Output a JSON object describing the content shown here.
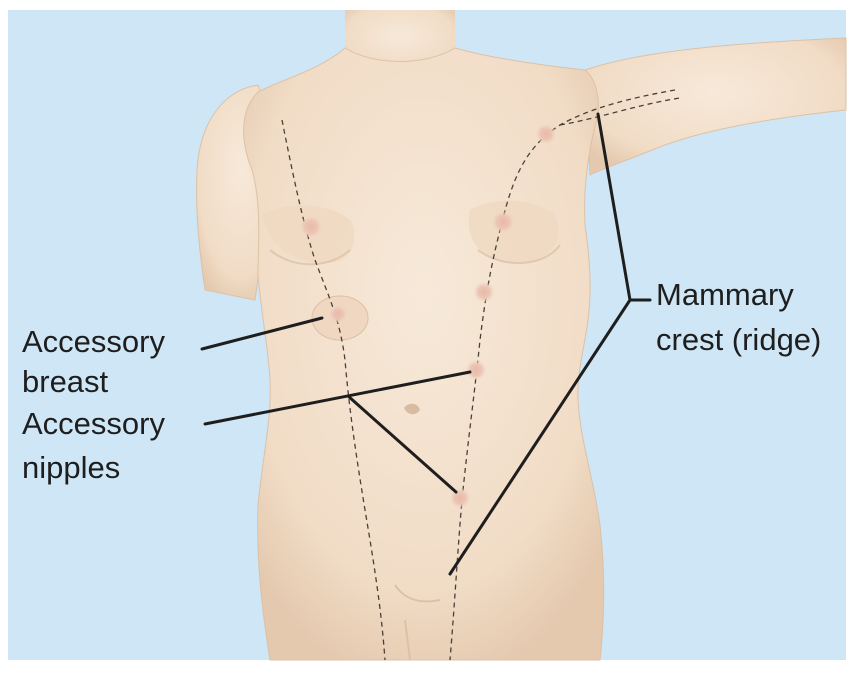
{
  "labels": {
    "accessory_breast_line1": "Accessory",
    "accessory_breast_line2": "breast",
    "accessory_nipples_line1": "Accessory",
    "accessory_nipples_line2": "nipples",
    "mammary_crest_line1": "Mammary",
    "mammary_crest_line2": "crest (ridge)"
  },
  "colors": {
    "background": "#cfe6f6",
    "skin": "#f3e1cd",
    "skin_shadow": "#e6cdb4",
    "nipple": "#e8bfae",
    "leader_line": "#1e1e1e",
    "dashed_line": "#4a4038"
  }
}
